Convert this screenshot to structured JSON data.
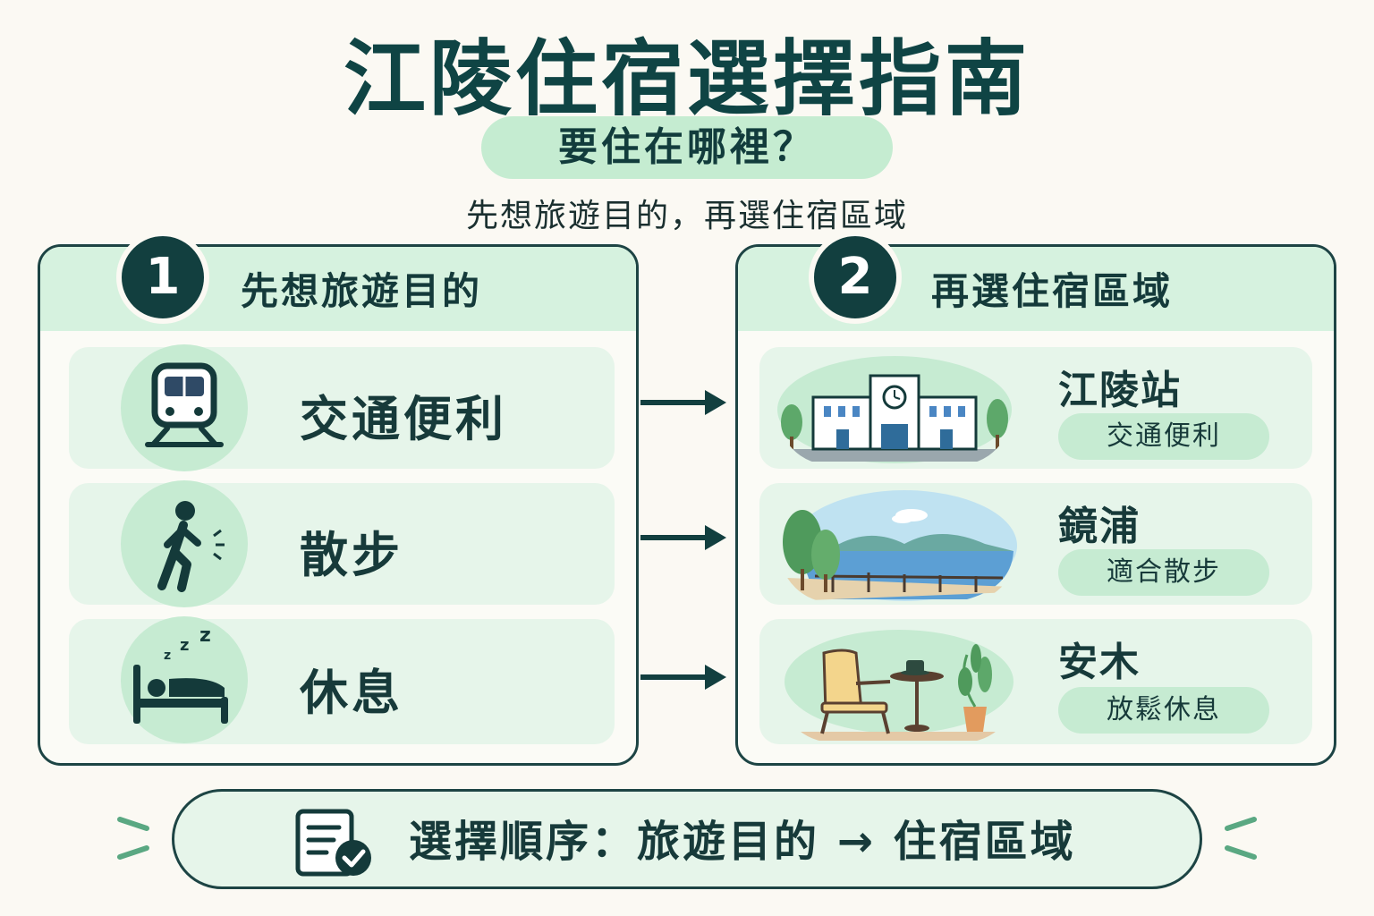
{
  "header": {
    "title": "江陵住宿選擇指南",
    "question": "要住在哪裡？",
    "subtitle": "先想旅遊目的，再選住宿區域"
  },
  "step1": {
    "number": "1",
    "title": "先想旅遊目的",
    "items": [
      {
        "label": "交通便利",
        "icon": "train-icon"
      },
      {
        "label": "散步",
        "icon": "walking-person-icon"
      },
      {
        "label": "休息",
        "icon": "bed-sleep-icon"
      }
    ]
  },
  "step2": {
    "number": "2",
    "title": "再選住宿區域",
    "areas": [
      {
        "name": "江陵站",
        "tag": "交通便利",
        "illustration": "station-building-illustration"
      },
      {
        "name": "鏡浦",
        "tag": "適合散步",
        "illustration": "lake-boardwalk-illustration"
      },
      {
        "name": "安木",
        "tag": "放鬆休息",
        "illustration": "cafe-chair-illustration"
      }
    ]
  },
  "footer": {
    "text": "選擇順序：旅遊目的 → 住宿區域",
    "icon": "checklist-icon"
  },
  "colors": {
    "primary": "#123f3f",
    "accent_light": "#c6ebd2",
    "row_bg": "#e6f5ea",
    "background": "#fbf9f3"
  }
}
